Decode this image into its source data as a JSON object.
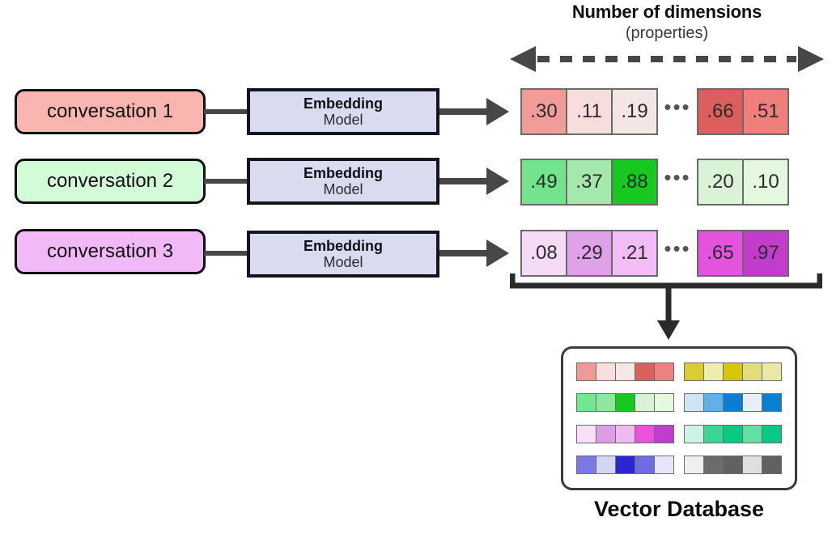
{
  "header": {
    "title": "Number of dimensions",
    "subtitle": "(properties)",
    "arrow_icon": "double-headed-dashed-arrow"
  },
  "rows": [
    {
      "conversation_label": "conversation 1",
      "conversation_color": "#f9b5b0",
      "model_title": "Embedding",
      "model_subtitle": "Model",
      "model_color": "#d8dcee",
      "leading_values": [
        ".30",
        ".11",
        ".19"
      ],
      "ellipsis": "•••",
      "trailing_values": [
        ".66",
        ".51"
      ],
      "leading_colors": [
        "#f09d9a",
        "#f7dedd",
        "#f4e6e4"
      ],
      "trailing_colors": [
        "#dd5f5d",
        "#ef7f7c"
      ]
    },
    {
      "conversation_label": "conversation 2",
      "conversation_color": "#d2fbd7",
      "model_title": "Embedding",
      "model_subtitle": "Model",
      "model_color": "#d8dcee",
      "leading_values": [
        ".49",
        ".37",
        ".88"
      ],
      "ellipsis": "•••",
      "trailing_values": [
        ".20",
        ".10"
      ],
      "leading_colors": [
        "#71e48c",
        "#a4e8ab",
        "#17c821"
      ],
      "trailing_colors": [
        "#daf3d7",
        "#e3f8dd"
      ]
    },
    {
      "conversation_label": "conversation 3",
      "conversation_color": "#f2b9f8",
      "model_title": "Embedding",
      "model_subtitle": "Model",
      "model_color": "#d8dcee",
      "leading_values": [
        ".08",
        ".29",
        ".21"
      ],
      "ellipsis": "•••",
      "trailing_values": [
        ".65",
        ".97"
      ],
      "leading_colors": [
        "#f4dbf6",
        "#dfa2e8",
        "#f1bdf4"
      ],
      "trailing_colors": [
        "#e353dd",
        "#c23ccd"
      ]
    }
  ],
  "flow": {
    "bracket_icon": "grouping-bracket",
    "down_arrow_icon": "down-arrow"
  },
  "database": {
    "label": "Vector Database",
    "rows": [
      {
        "left_strip": [
          "#ee9b98",
          "#f8dedc",
          "#f5e7e5",
          "#dd5f5d",
          "#ee807d"
        ],
        "right_strip": [
          "#d9cd33",
          "#eeeeab",
          "#d7c50a",
          "#e1dd79",
          "#ebe7a4"
        ]
      },
      {
        "left_strip": [
          "#73e68e",
          "#8fe79f",
          "#18c81f",
          "#d9f2d5",
          "#e4f8de"
        ],
        "right_strip": [
          "#cfe5f5",
          "#63aee7",
          "#0b7ed1",
          "#e5f0fb",
          "#0b7fd2"
        ]
      },
      {
        "left_strip": [
          "#f7e0f8",
          "#dc9ce6",
          "#f0b9f3",
          "#e852dd",
          "#c23ccd"
        ],
        "right_strip": [
          "#cdf3e4",
          "#3ad696",
          "#08ca83",
          "#63dfa4",
          "#08ca84"
        ]
      },
      {
        "left_strip": [
          "#7b78e3",
          "#d4d4f3",
          "#2b26d1",
          "#6f6be2",
          "#e6e6f8"
        ],
        "right_strip": [
          "#f0f0f0",
          "#6c6c6c",
          "#616161",
          "#dfdfdf",
          "#616161"
        ]
      }
    ]
  },
  "colors": {
    "ink": "#111111",
    "arrow_gray": "#474747",
    "cell_border": "#6a6a6a",
    "card_border": "#3a3a44"
  }
}
